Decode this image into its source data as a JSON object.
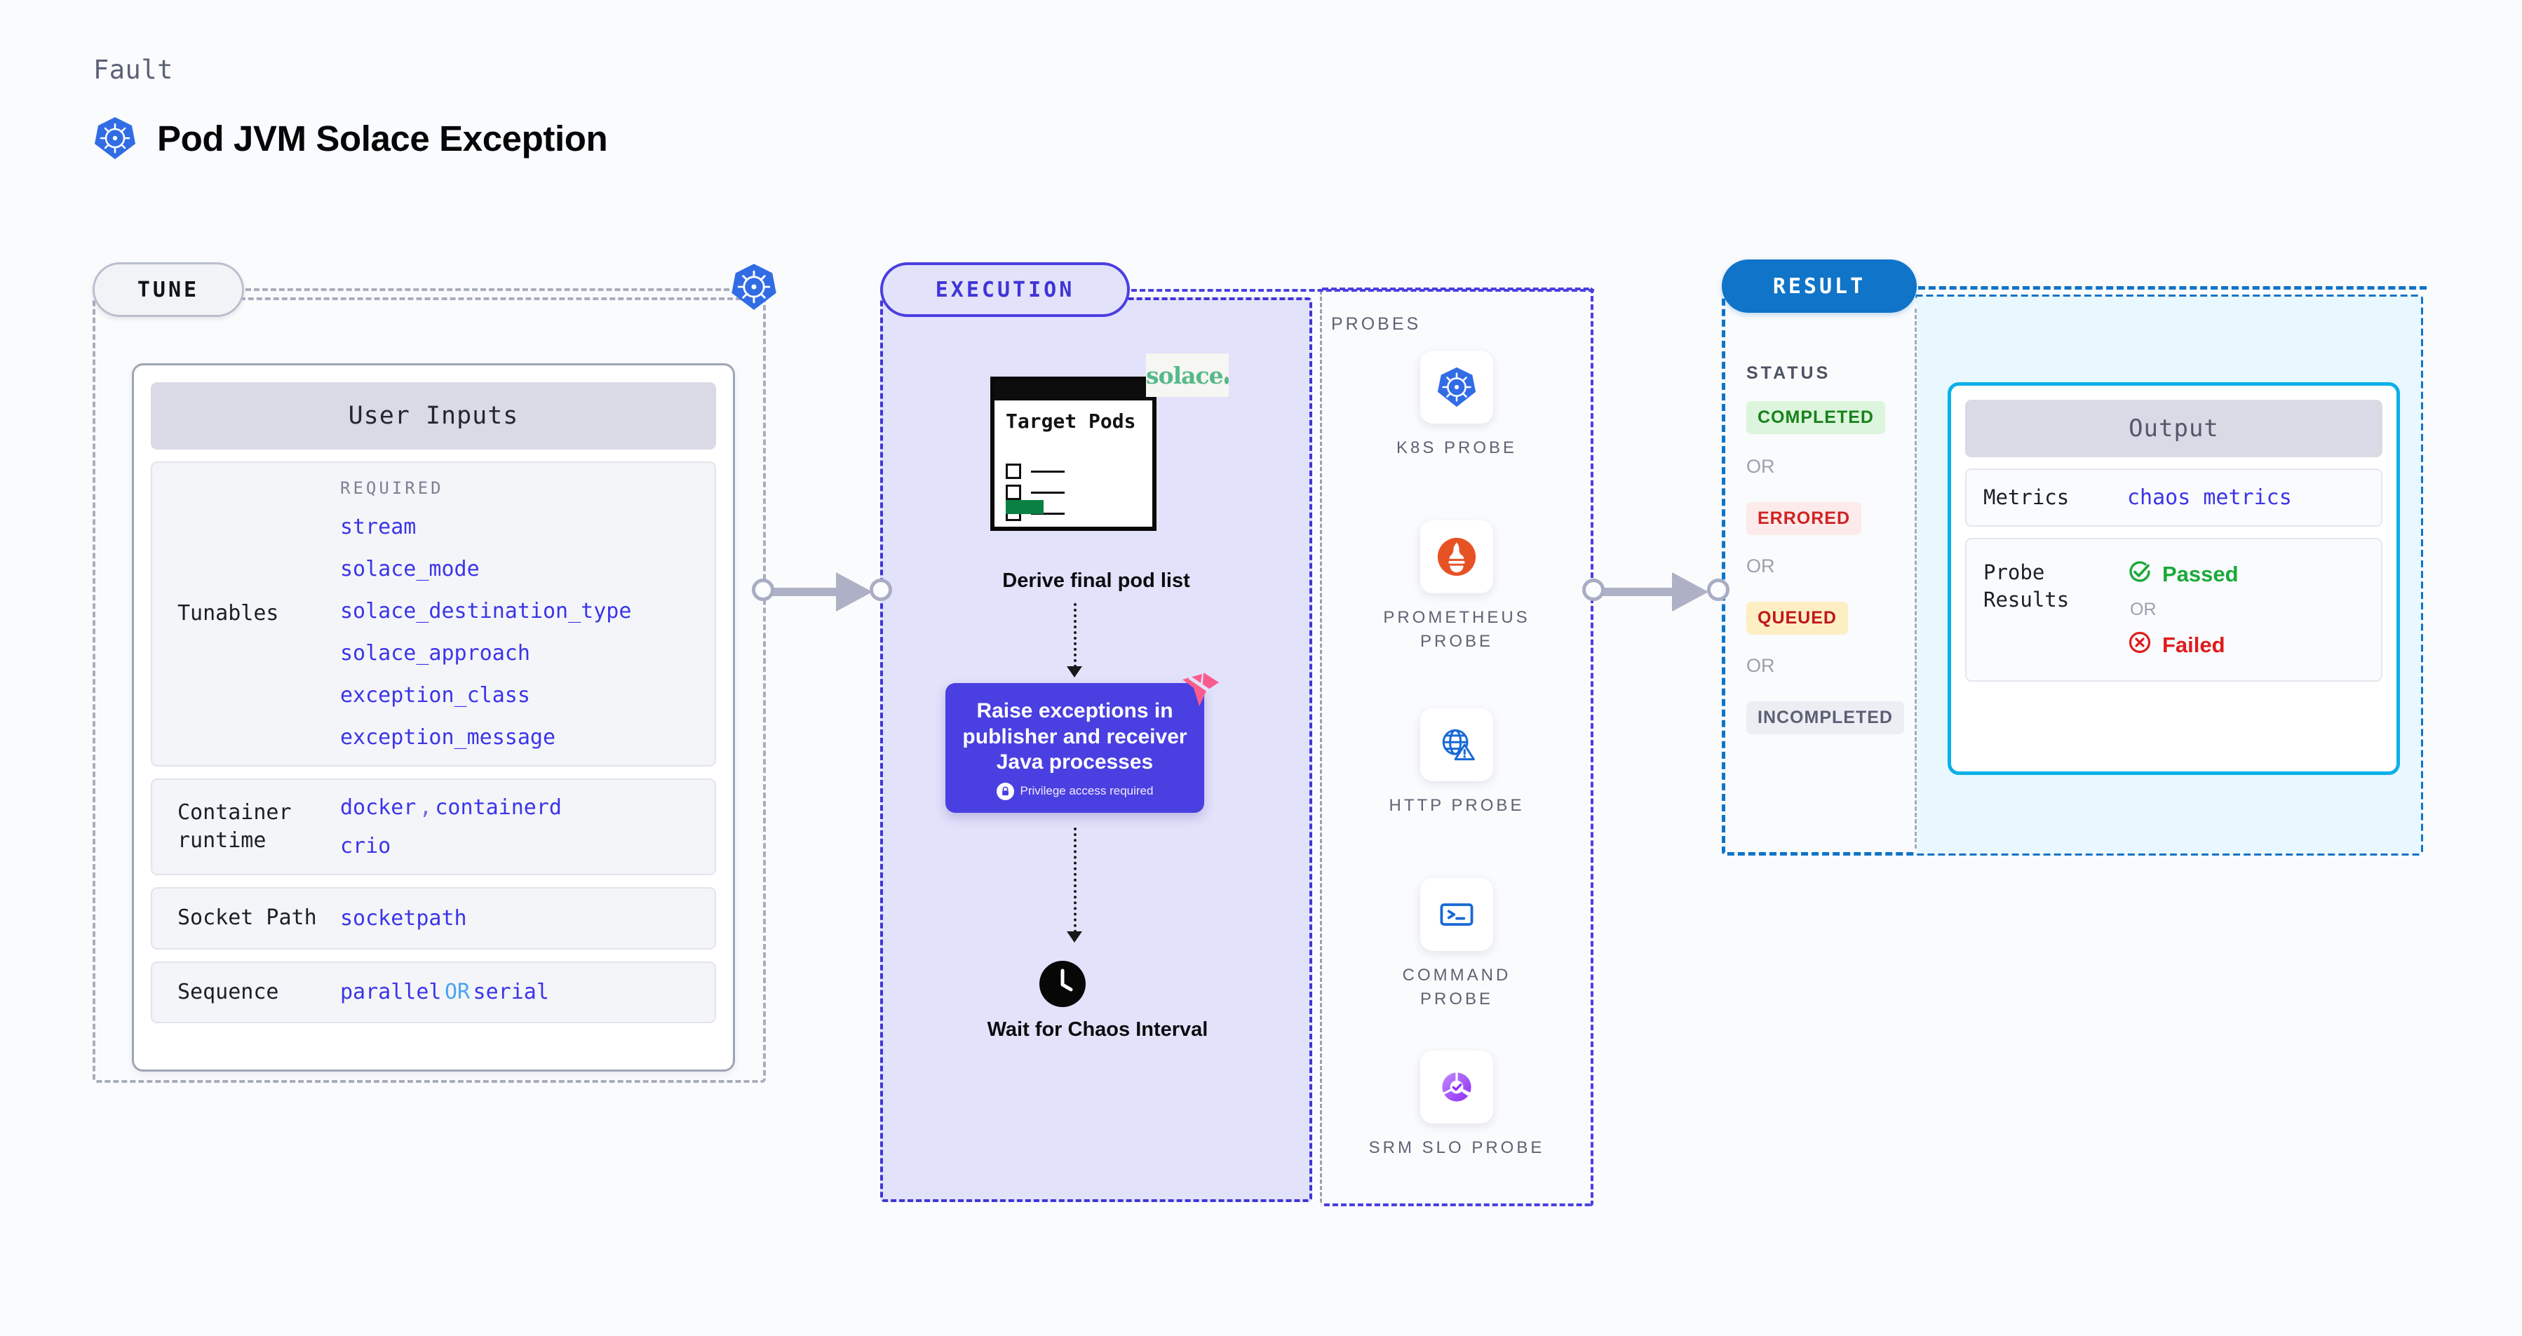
{
  "header": {
    "fault_label": "Fault",
    "title": "Pod JVM Solace Exception",
    "icon": "kubernetes-icon"
  },
  "tune": {
    "pill_label": "TUNE",
    "badge_icon": "kubernetes-icon",
    "card_title": "User Inputs",
    "rows": [
      {
        "label": "Tunables",
        "caption": "REQUIRED",
        "values": [
          "stream",
          "solace_mode",
          "solace_destination_type",
          "solace_approach",
          "exception_class",
          "exception_message"
        ]
      },
      {
        "label": "Container runtime",
        "values_line1": "docker",
        "values_sep1": ",",
        "values_line1b": "containerd",
        "values_line2": "crio"
      },
      {
        "label": "Socket Path",
        "value": "socketpath"
      },
      {
        "label": "Sequence",
        "value_a": "parallel",
        "value_or": "OR",
        "value_b": "serial"
      }
    ]
  },
  "execution": {
    "pill_label": "EXECUTION",
    "target_pods_title": "Target Pods",
    "solace_logo_text": "solace",
    "derive_caption": "Derive final pod list",
    "raise_box": {
      "title": "Raise exceptions in publisher and receiver Java processes",
      "privilege_note": "Privilege access required",
      "lock_icon": "lock-icon",
      "corner_icon": "litmuschaos-icon"
    },
    "wait_caption": "Wait for Chaos Interval",
    "clock_icon": "clock-icon",
    "probes": {
      "caption": "PROBES",
      "items": [
        {
          "label": "K8S PROBE",
          "icon": "kubernetes-icon"
        },
        {
          "label": "PROMETHEUS PROBE",
          "icon": "prometheus-icon"
        },
        {
          "label": "HTTP PROBE",
          "icon": "http-globe-warning-icon"
        },
        {
          "label": "COMMAND PROBE",
          "icon": "terminal-icon"
        },
        {
          "label": "SRM SLO PROBE",
          "icon": "srm-slo-icon"
        }
      ]
    }
  },
  "result": {
    "pill_label": "RESULT",
    "status_caption": "STATUS",
    "or_label": "OR",
    "statuses": [
      {
        "label": "COMPLETED",
        "bg": "#dcf5dc",
        "fg": "#17821a"
      },
      {
        "label": "ERRORED",
        "bg": "#fdeaea",
        "fg": "#cf2222"
      },
      {
        "label": "QUEUED",
        "bg": "#fdeec4",
        "fg": "#c01818"
      },
      {
        "label": "INCOMPLETED",
        "bg": "#eceef4",
        "fg": "#5b6074"
      }
    ],
    "output": {
      "title": "Output",
      "metrics_label": "Metrics",
      "metrics_value": "chaos metrics",
      "probe_results_label": "Probe Results",
      "passed_label": "Passed",
      "failed_label": "Failed",
      "or_label": "OR",
      "passed_icon": "check-circle-icon",
      "failed_icon": "x-circle-icon"
    }
  },
  "colors": {
    "accent_purple": "#4a3fe0",
    "accent_blue": "#1074c8",
    "accent_cyan": "#0bb0e8",
    "value_blue": "#3b35e8",
    "grey_dash": "#a8aebd"
  }
}
